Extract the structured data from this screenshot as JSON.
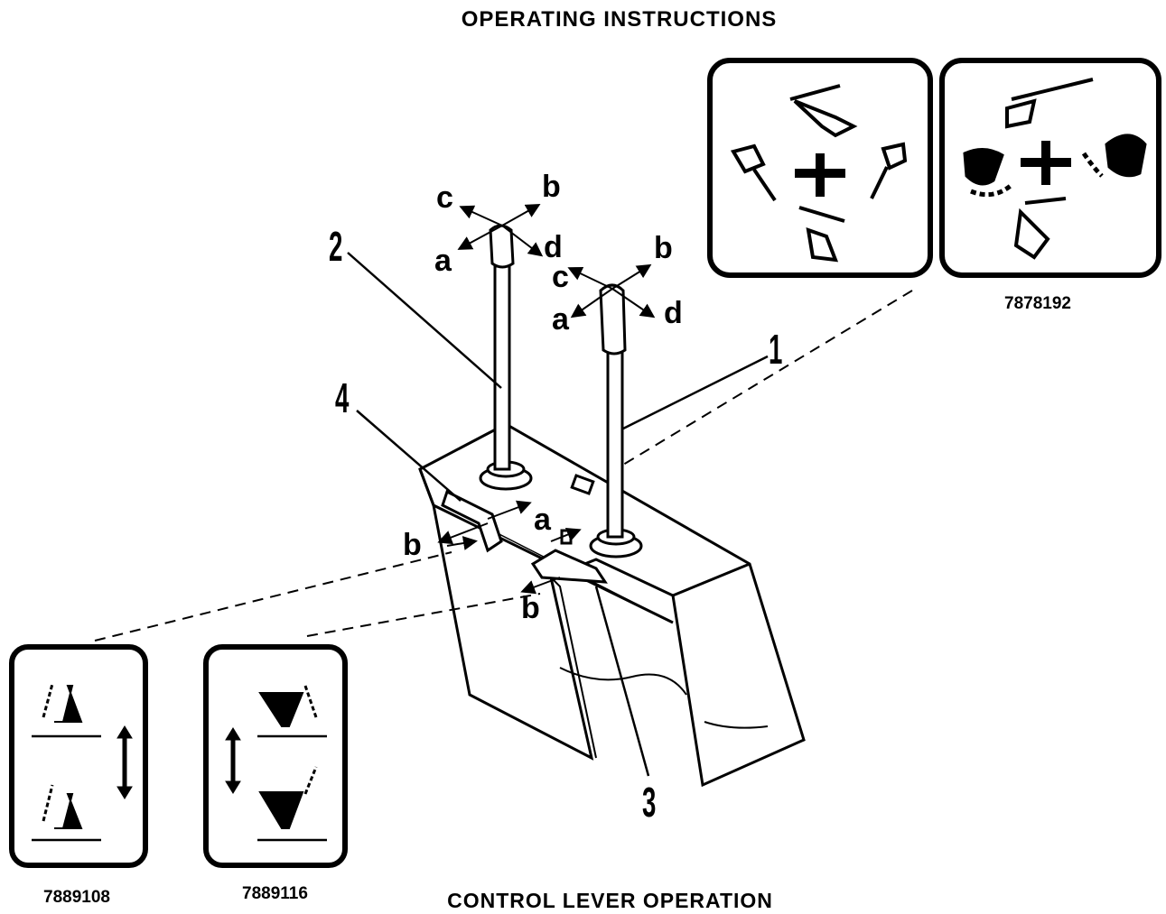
{
  "title": "OPERATING INSTRUCTIONS",
  "caption": "CONTROL LEVER OPERATION",
  "callouts": {
    "lever_1": "1",
    "lever_2": "2",
    "lever_3": "3",
    "lever_4": "4"
  },
  "directions": {
    "a": "a",
    "b": "b",
    "c": "c",
    "d": "d"
  },
  "decals": {
    "joystick_decal": "7878192",
    "decal_left": "7889108",
    "decal_right": "7889116"
  }
}
